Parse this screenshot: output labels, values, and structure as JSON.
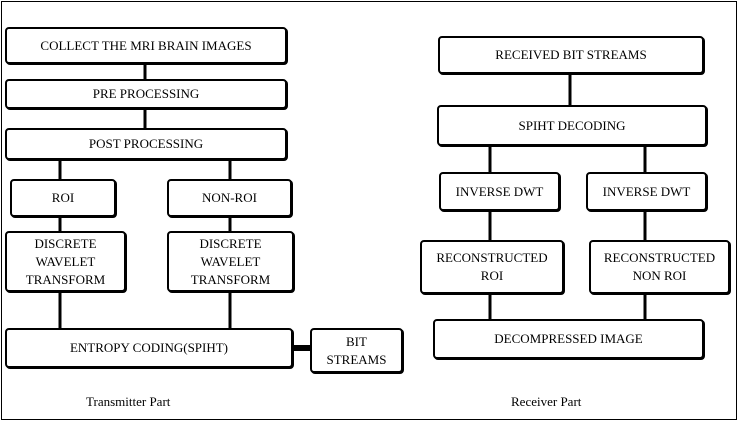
{
  "transmitter": {
    "collect": "COLLECT THE MRI BRAIN IMAGES",
    "pre": "PRE PROCESSING",
    "post": "POST PROCESSING",
    "roi": "ROI",
    "nonroi": "NON-ROI",
    "dwt_left": "DISCRETE\nWAVELET\nTRANSFORM",
    "dwt_right": "DISCRETE\nWAVELET\nTRANSFORM",
    "entropy": "ENTROPY CODING(SPIHT)",
    "bits": "BIT\nSTREAMS",
    "caption": "Transmitter Part"
  },
  "receiver": {
    "received": "RECEIVED BIT STREAMS",
    "decoding": "SPIHT DECODING",
    "idwt_left": "INVERSE DWT",
    "idwt_right": "INVERSE DWT",
    "recon_roi": "RECONSTRUCTED\nROI",
    "recon_nonroi": "RECONSTRUCTED\nNON ROI",
    "decompressed": "DECOMPRESSED IMAGE",
    "caption": "Receiver Part"
  }
}
